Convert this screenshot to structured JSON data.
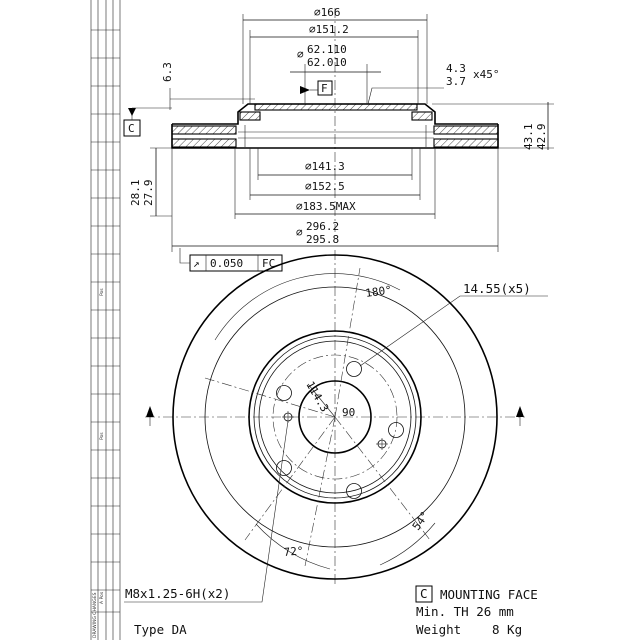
{
  "dimensions": {
    "d166": "∅166",
    "d151_2": "∅151.2",
    "d62_110": "62.110",
    "d62_010": "62.010",
    "d62_prefix": "∅",
    "t6_3": "6.3",
    "chamfer_a": "4.3",
    "chamfer_b": "3.7",
    "chamfer_angle": "x45°",
    "datum_f": "F",
    "datum_c": "C",
    "h43_1": "43.1",
    "h42_9": "42.9",
    "h28_1": "28.1",
    "h27_9": "27.9",
    "d141_3": "∅141.3",
    "d152_5": "∅152.5",
    "d183_5": "∅183.5MAX",
    "d296_2": "296.2",
    "d295_8": "295.8",
    "d296_prefix": "∅"
  },
  "tolerance": {
    "symbol": "↗",
    "value": "0.050",
    "datum": "FC"
  },
  "front_view": {
    "angle_180": "180°",
    "hole_callout": "14.55(x5)",
    "pcd": "114.3",
    "bore": "90",
    "angle_54": "54°",
    "angle_72": "72°",
    "thread": "M8x1.25-6H(x2)"
  },
  "notes": {
    "mounting_box": "C",
    "mounting_face": "MOUNTING FACE",
    "min_th": "Min. TH 26 mm",
    "weight_label": "Weight",
    "weight_value": "8 Kg",
    "type": "Type DA"
  },
  "title_block": {
    "lbl1": "DRAWING CHANGES",
    "lbl2": "A Pos",
    "lbl3": "Pos",
    "lbl4": "Pos"
  }
}
